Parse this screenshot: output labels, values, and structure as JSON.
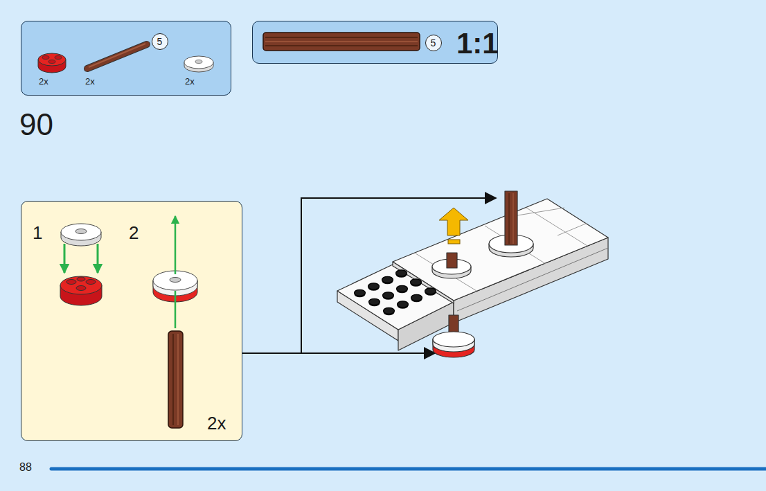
{
  "diagram": {
    "nodes": [
      {
        "text": [
          "2x",
          "2x",
          "2x"
        ]
      },
      {
        "text": [
          "5"
        ],
        "in": 0
      },
      {
        "text": [
          "1:1"
        ]
      },
      {
        "text": [
          "5"
        ],
        "in": 2
      },
      {
        "text": [
          "1",
          "2",
          "2x"
        ]
      }
    ],
    "edges": [],
    "labels": [
      "90",
      "88"
    ]
  }
}
